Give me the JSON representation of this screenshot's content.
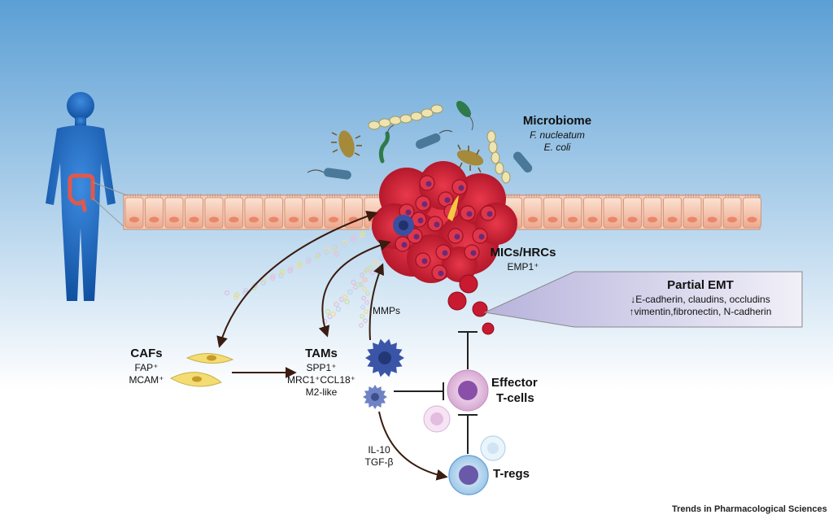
{
  "microbiome": {
    "title": "Microbiome",
    "species": [
      "F. nucleatum",
      "E. coli"
    ]
  },
  "mics": {
    "title": "MICs/HRCs",
    "marker": "EMP1⁺"
  },
  "emt": {
    "title": "Partial EMT",
    "lines": [
      "↓E-cadherin, claudins, occludins",
      "↑vimentin,fibronectin, N-cadherin"
    ]
  },
  "cafs": {
    "title": "CAFs",
    "markers": [
      "FAP⁺",
      "MCAM⁺"
    ]
  },
  "tams": {
    "title": "TAMs",
    "markers": [
      "SPP1⁺",
      "MRC1⁺CCL18⁺",
      "M2-like"
    ]
  },
  "mmps": "MMPs",
  "effector": {
    "title_line1": "Effector",
    "title_line2": "T-cells"
  },
  "cytokines": [
    "IL-10",
    "TGF-β"
  ],
  "tregs": "T-regs",
  "credit": "Trends in Pharmacological Sciences",
  "colors": {
    "sky_top": "#5b9fd5",
    "tumor": "#d9263a",
    "epithelium": "#f2b9a0",
    "human": "#1f6cc0",
    "caf": "#f3dc72",
    "macrophage": "#3a55a8",
    "tcell": "#8a4fa8"
  }
}
